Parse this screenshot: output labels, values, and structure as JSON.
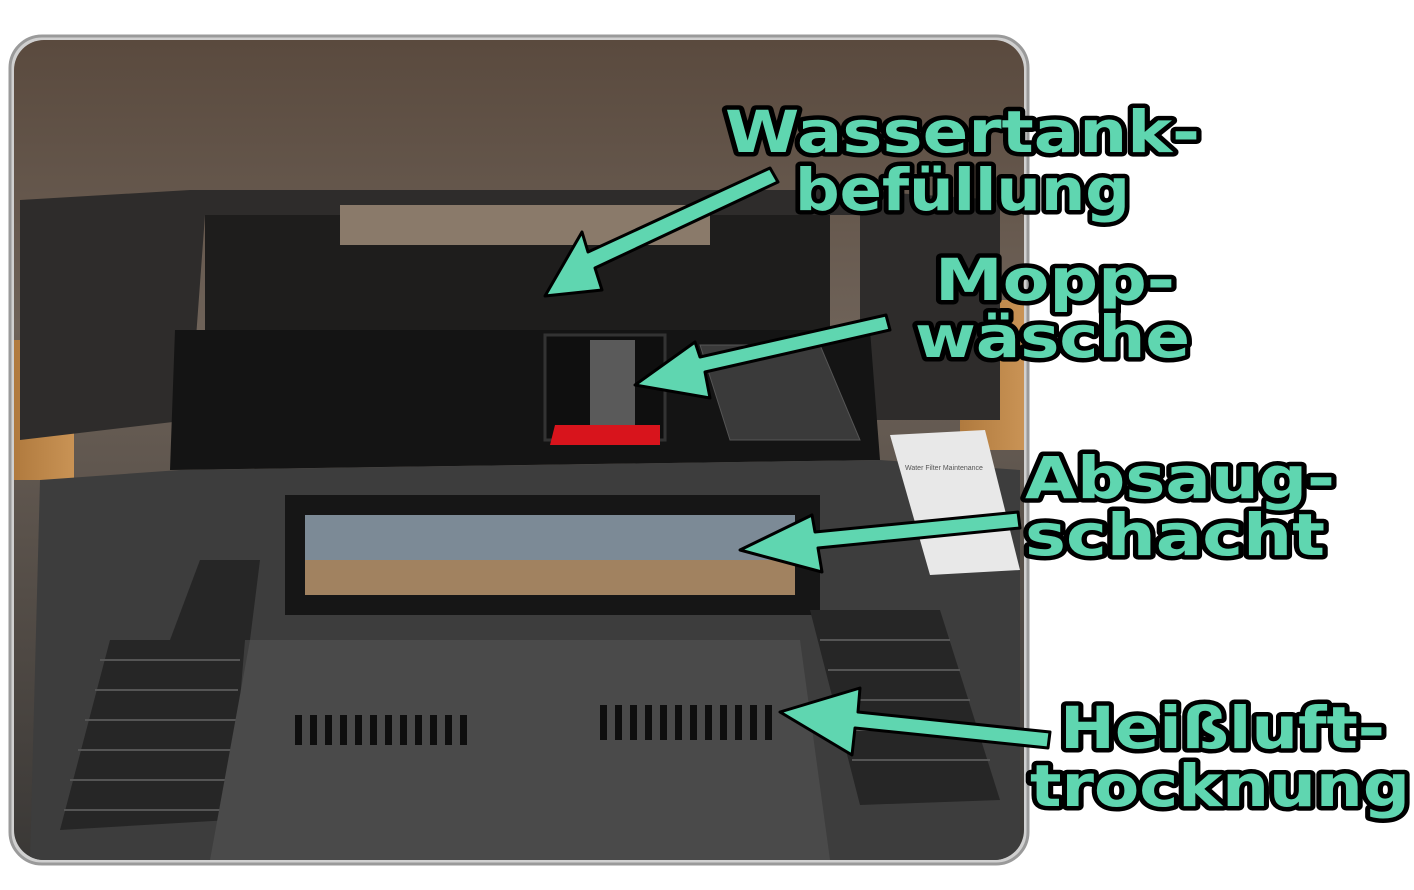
{
  "colors": {
    "accent": "#5fd6b0",
    "outline": "#000000",
    "frame": "#c8c8c8"
  },
  "labels": [
    {
      "line1": "Wassertank-",
      "line2": "befüllung"
    },
    {
      "line1": "Mopp-",
      "line2": "wäsche"
    },
    {
      "line1": "Absaug-",
      "line2": "schacht"
    },
    {
      "line1": "Heißluft-",
      "line2": "trocknung"
    }
  ],
  "sticker": {
    "title": "Water Filter Maintenance"
  }
}
